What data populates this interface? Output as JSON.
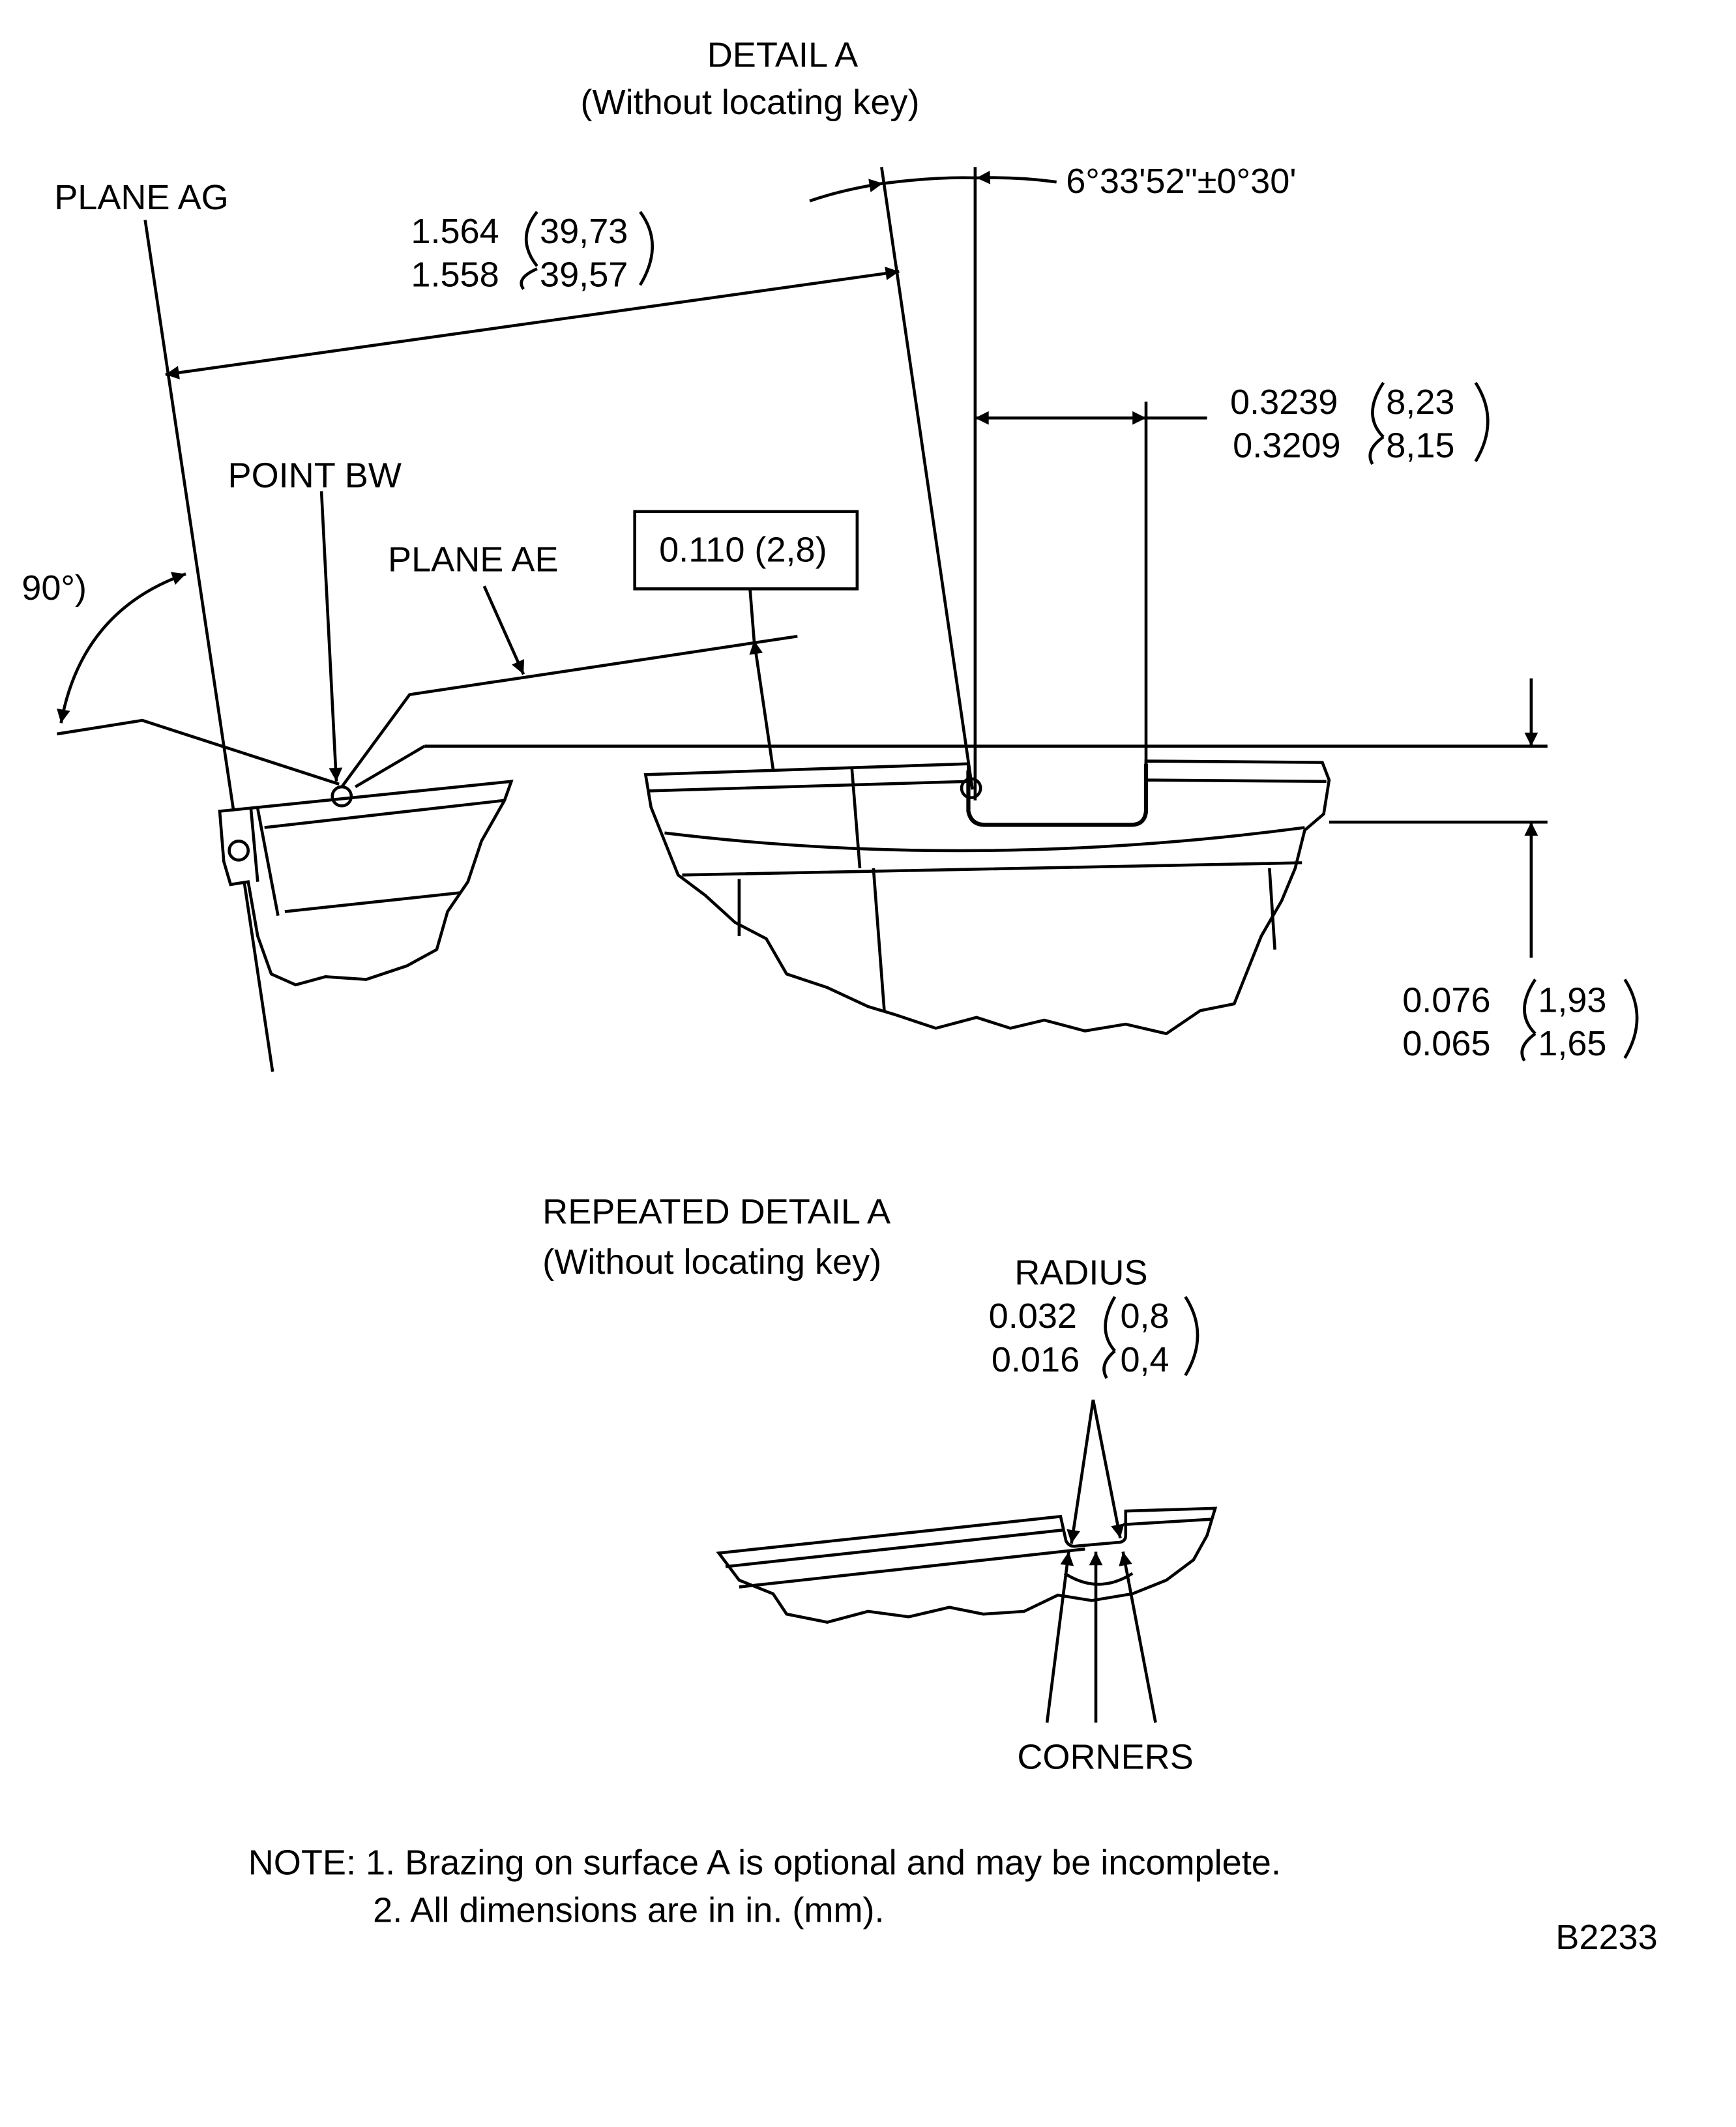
{
  "detail_a": {
    "title": "DETAIL A",
    "subtitle": "(Without locating key)"
  },
  "labels": {
    "plane_ag": "PLANE AG",
    "point_bw": "POINT BW",
    "plane_ae": "PLANE AE",
    "angle_90": "90°)"
  },
  "dimensions": {
    "length": {
      "in_max": "1.564",
      "in_min": "1.558",
      "mm_max": "39,73",
      "mm_min": "39,57"
    },
    "angle": "6°33'52\"±0°30'",
    "slot_width": {
      "in_max": "0.3239",
      "in_min": "0.3209",
      "mm_max": "8,23",
      "mm_min": "8,15"
    },
    "boxed": "0.110 (2,8)",
    "slot_depth": {
      "in_max": "0.076",
      "in_min": "0.065",
      "mm_max": "1,93",
      "mm_min": "1,65"
    }
  },
  "repeated_detail": {
    "title": "REPEATED DETAIL A",
    "subtitle": "(Without locating key)",
    "radius_label": "RADIUS",
    "radius": {
      "in_max": "0.032",
      "in_min": "0.016",
      "mm_max": "0,8",
      "mm_min": "0,4"
    },
    "corners_label": "CORNERS"
  },
  "notes": {
    "note1": "NOTE: 1. Brazing on surface A is optional and may be incomplete.",
    "note2": "2. All dimensions are in in. (mm)."
  },
  "figure_id": "B2233"
}
